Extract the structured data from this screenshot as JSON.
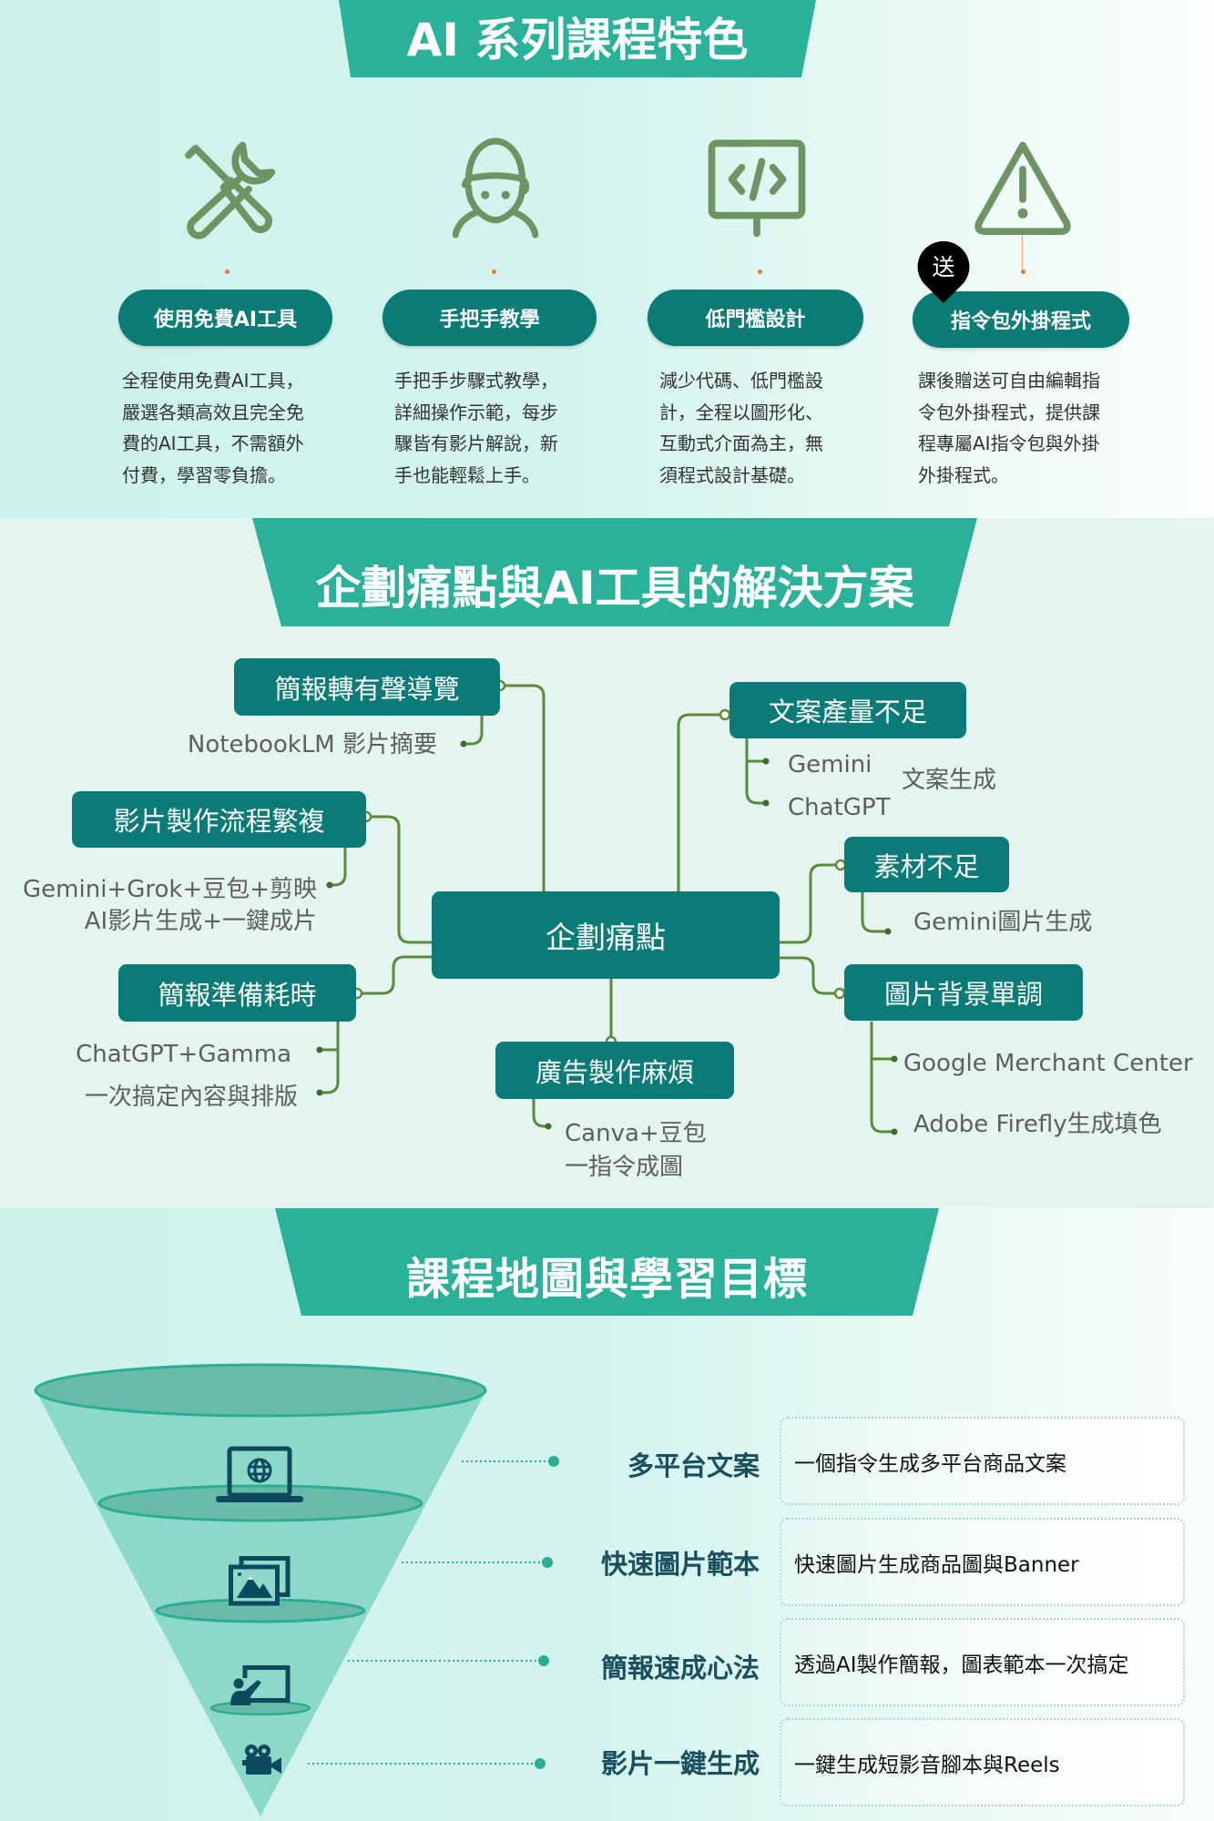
{
  "theme": {
    "banner_color": "#2bb09a",
    "pill_color": "#0b7b76",
    "node_color": "#0b7b78",
    "connector_color": "#5b8a3c",
    "icon_green": "#6f9463",
    "icon_navy": "#0e4a5e",
    "accent_orange": "#e9773a"
  },
  "features": {
    "title": "AI 系列課程特色",
    "badge": "送",
    "items": [
      {
        "icon": "tools-icon",
        "label": "使用免費AI工具",
        "desc": [
          "全程使用免費AI工具，",
          "嚴選各類高效且完全免",
          "費的AI工具，不需額外",
          "付費，學習零負擔。"
        ]
      },
      {
        "icon": "helmet-person-icon",
        "label": "手把手教學",
        "desc": [
          "手把手步驟式教學，",
          "詳細操作示範，每步",
          "驟皆有影片解說，新",
          "手也能輕鬆上手。"
        ]
      },
      {
        "icon": "code-monitor-icon",
        "label": "低門檻設計",
        "desc": [
          "減少代碼、低門檻設",
          "計，全程以圖形化、",
          "互動式介面為主，無",
          "須程式設計基礎。"
        ]
      },
      {
        "icon": "warning-triangle-icon",
        "label": "指令包外掛程式",
        "desc": [
          "課後贈送可自由編輯指",
          "令包外掛程式，提供課",
          "程專屬AI指令包與外掛",
          "外掛程式。"
        ]
      }
    ]
  },
  "pain_points": {
    "title": "企劃痛點與AI工具的解決方案",
    "center": "企劃痛點",
    "branches": [
      {
        "label": "簡報轉有聲導覽",
        "solutions": [
          "NotebookLM 影片摘要"
        ]
      },
      {
        "label": "影片製作流程繁複",
        "solutions": [
          "Gemini+Grok+豆包+剪映",
          "AI影片生成+一鍵成片"
        ]
      },
      {
        "label": "簡報準備耗時",
        "solutions": [
          "ChatGPT+Gamma",
          "一次搞定內容與排版"
        ]
      },
      {
        "label": "廣告製作麻煩",
        "solutions": [
          "Canva+豆包",
          "一指令成圖"
        ]
      },
      {
        "label": "文案產量不足",
        "solutions": [
          "Gemini",
          "ChatGPT"
        ],
        "note": "文案生成"
      },
      {
        "label": "素材不足",
        "solutions": [
          "Gemini圖片生成"
        ]
      },
      {
        "label": "圖片背景單調",
        "solutions": [
          "Google Merchant Center",
          "Adobe Firefly生成填色"
        ]
      }
    ]
  },
  "course_map": {
    "title": "課程地圖與學習目標",
    "rows": [
      {
        "icon": "laptop-globe-icon",
        "label": "多平台文案",
        "desc": "一個指令生成多平台商品文案"
      },
      {
        "icon": "image-gallery-icon",
        "label": "快速圖片範本",
        "desc": "快速圖片生成商品圖與Banner"
      },
      {
        "icon": "presentation-icon",
        "label": "簡報速成心法",
        "desc": "透過AI製作簡報，圖表範本一次搞定"
      },
      {
        "icon": "video-camera-icon",
        "label": "影片一鍵生成",
        "desc": "一鍵生成短影音腳本與Reels"
      }
    ]
  }
}
